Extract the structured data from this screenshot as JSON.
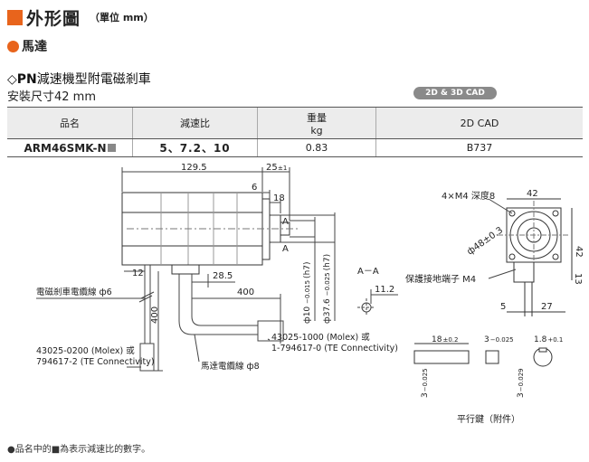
{
  "header": {
    "title": "外形圖",
    "unit": "（單位 mm）"
  },
  "section": {
    "motor_label": "馬達"
  },
  "series": {
    "prefix": "◇",
    "bold": "PN",
    "rest": "減速機型附電磁剎車"
  },
  "size_label": "安裝尺寸42 mm",
  "cad_badge": "2D & 3D CAD",
  "table": {
    "headers": {
      "name": "品名",
      "ratio": "減速比",
      "weight_l1": "重量",
      "weight_l2": "kg",
      "cad": "2D CAD"
    },
    "row": {
      "model": "ARM46SMK-N",
      "ratio": "5、7.2、10",
      "weight": "0.83",
      "cad": "B737"
    }
  },
  "dims": {
    "d129": "129.5",
    "d25": "25",
    "d25tol": "±1",
    "d6": "6",
    "d18": "18",
    "dA": "A",
    "d12": "12",
    "d285": "28.5",
    "d400h": "400",
    "d400v": "400",
    "phi10": "ф10",
    "phi10tol_u": "0",
    "phi10tol_l": "−0.015",
    "phi10fit": "(h7)",
    "phi376": "ф37.6",
    "phi376tol_u": "0",
    "phi376tol_l": "−0.025",
    "phi376fit": "(h7)",
    "aa": "A－A",
    "d112": "11.2",
    "m4": "4×M4 深度8",
    "d42top": "42",
    "d42side": "42",
    "phi48": "ф48±0.3",
    "d13": "13",
    "d5": "5",
    "d27": "27",
    "d18key": "18",
    "d18keytol": "±0.2",
    "d3a": "3",
    "d3atol_u": "0",
    "d3atol_l": "−0.025",
    "d18b": "1.8",
    "d18btol_u": "+0.1",
    "d18btol_l": "0",
    "d3v": "3",
    "d3vtol_u": "0",
    "d3vtol_l": "−0.025",
    "d3v2": "3",
    "d3v2tol_u": "−0.004",
    "d3v2tol_l": "−0.029"
  },
  "labels": {
    "brake_cable": "電磁剎車電纜線 ф6",
    "conn1_a": "43025-0200 (Molex) 或",
    "conn1_b": "794617-2 (TE Connectivity)",
    "motor_cable": "馬達電纜線 ф8",
    "conn2_a": "43025-1000 (Molex) 或",
    "conn2_b": "1-794617-0 (TE Connectivity)",
    "ground": "保護接地端子 M4",
    "key": "平行鍵（附件）"
  },
  "footnote": "●品名中的■為表示減速比的數字。"
}
